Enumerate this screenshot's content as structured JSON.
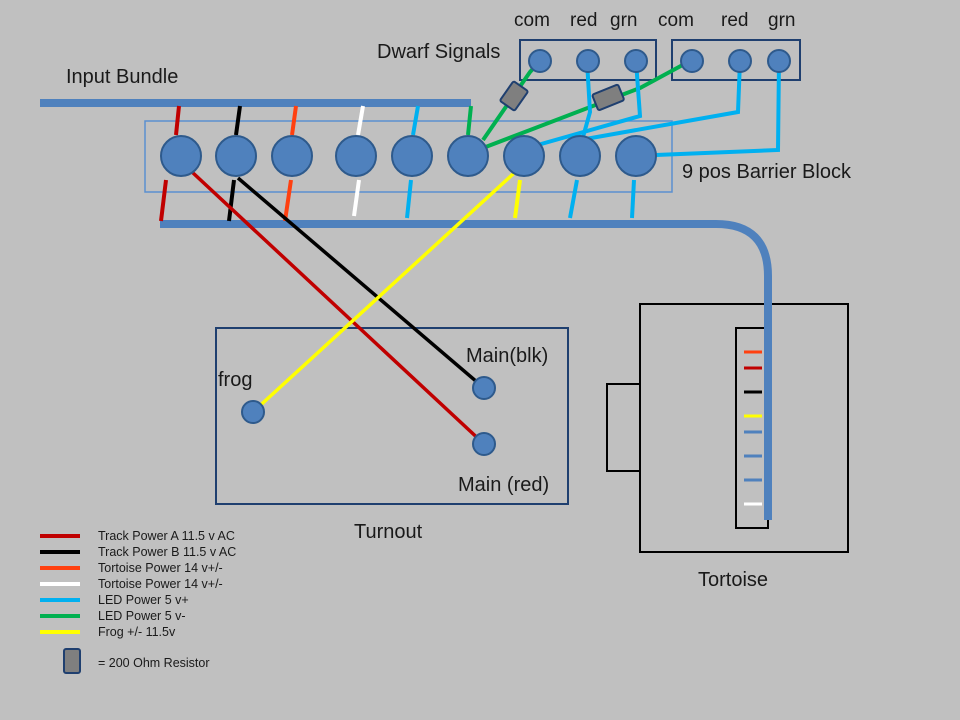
{
  "labels": {
    "input_bundle": "Input Bundle",
    "dwarf_signals": "Dwarf Signals",
    "barrier_block": "9 pos Barrier Block",
    "turnout": "Turnout",
    "tortoise": "Tortoise",
    "frog": "frog",
    "main_blk": "Main(blk)",
    "main_red": "Main (red)",
    "signal_a": {
      "com": "com",
      "red": "red",
      "grn": "grn"
    },
    "signal_b": {
      "com": "com",
      "red": "red",
      "grn": "grn"
    }
  },
  "legend": {
    "items": [
      {
        "label": "Track Power A 11.5  v AC",
        "color": "#c00000"
      },
      {
        "label": "Track Power B 11.5  v AC",
        "color": "#000000"
      },
      {
        "label": "Tortoise Power 14 v+/-",
        "color": "#ff4010"
      },
      {
        "label": "Tortoise Power 14 v+/-",
        "color": "#ffffff"
      },
      {
        "label": "LED Power 5 v+",
        "color": "#00b0f0"
      },
      {
        "label": "LED Power 5 v-",
        "color": "#00b050"
      },
      {
        "label": "Frog +/- 11.5v",
        "color": "#ffff00"
      }
    ],
    "resistor_label": "= 200 Ohm Resistor"
  },
  "colors": {
    "background": "#c0c0c0",
    "bundle": "#4f81bd",
    "terminal_fill": "#4f81bd",
    "terminal_stroke": "#2e5a8c",
    "resistor_fill": "#7f7f7f",
    "box_stroke": "#1f3f6f"
  }
}
